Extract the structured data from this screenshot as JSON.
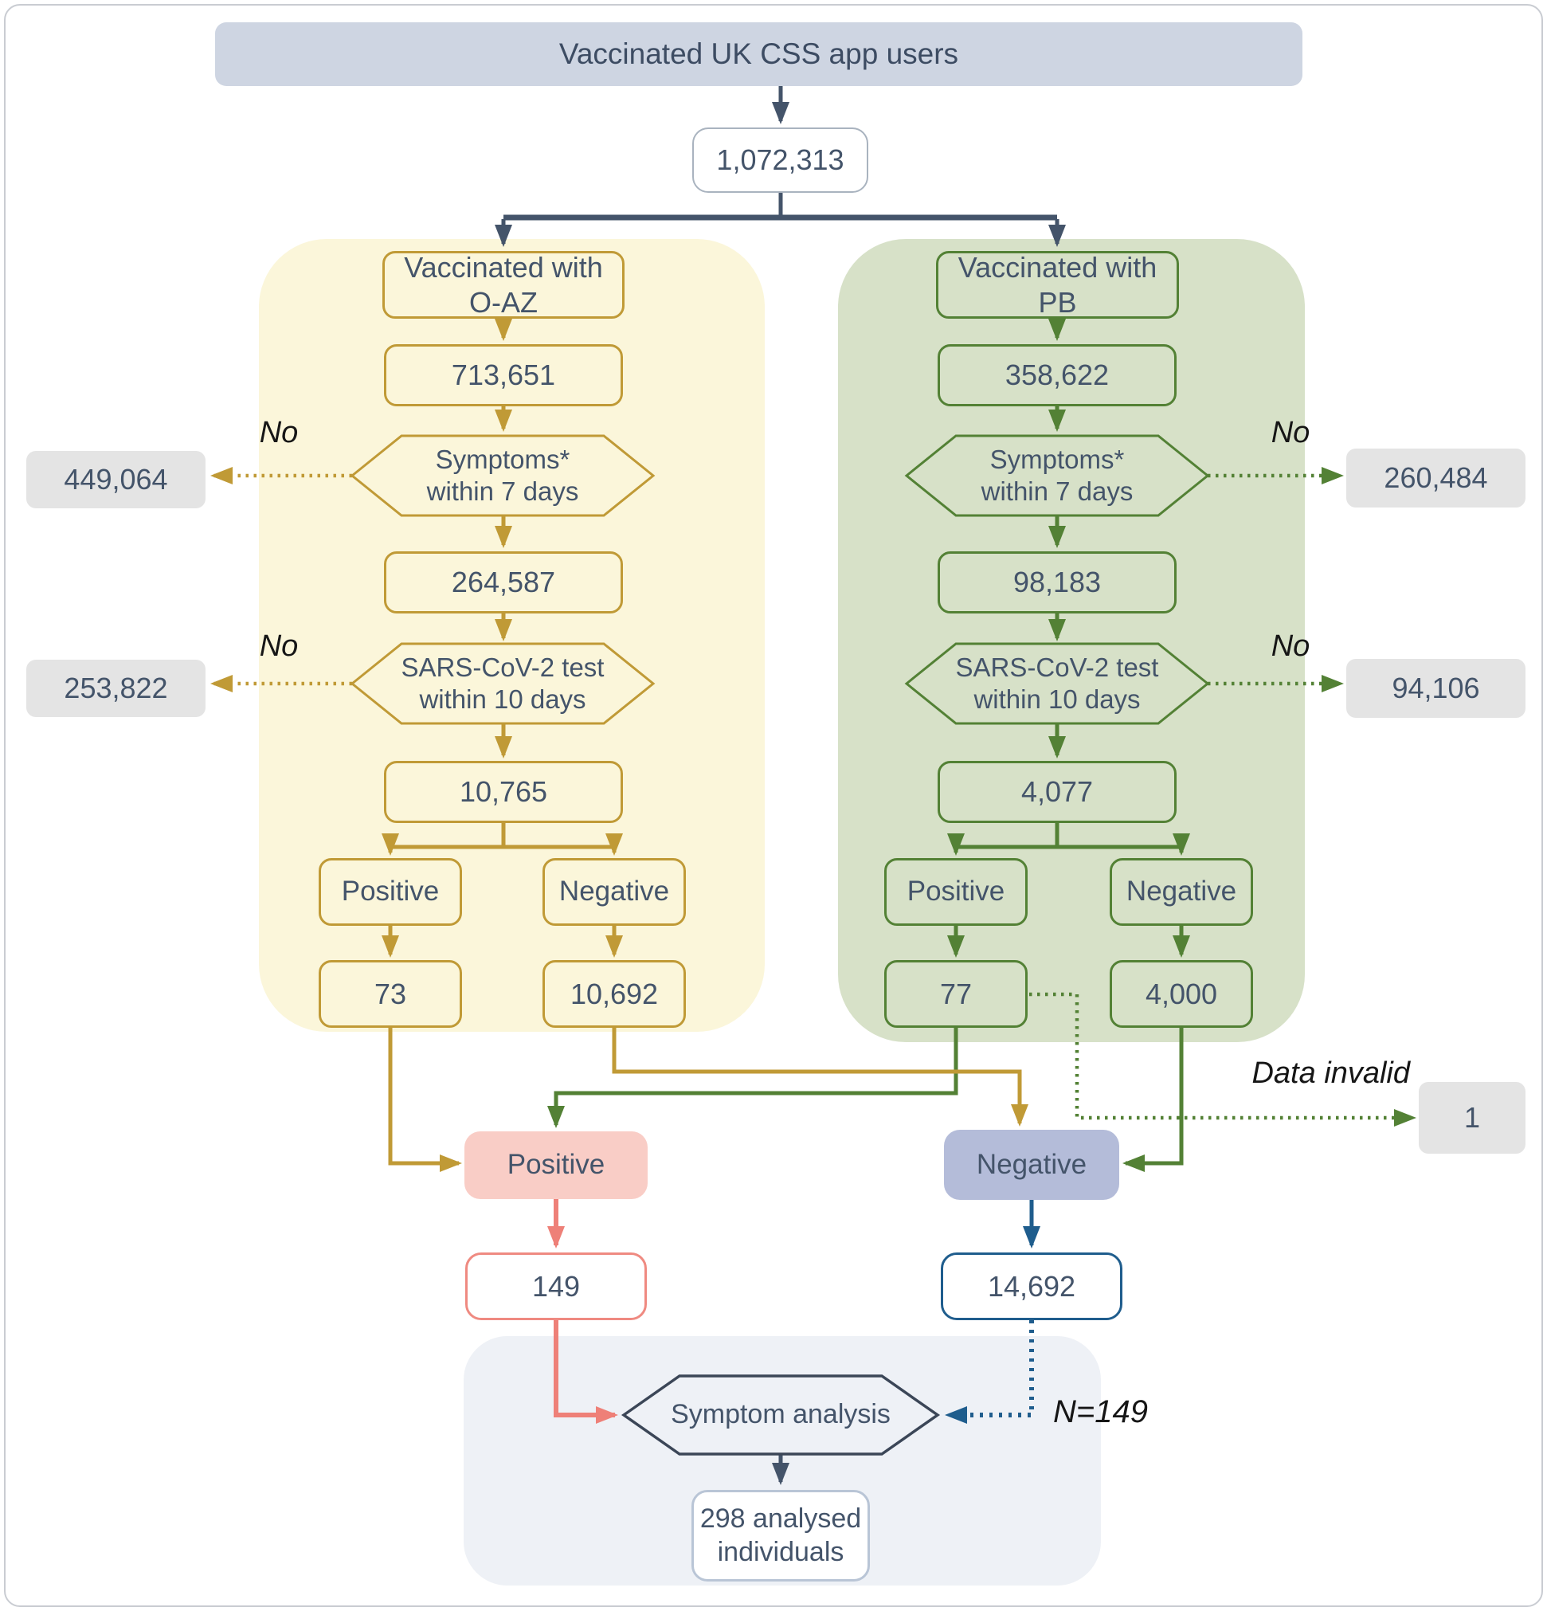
{
  "header": {
    "title": "Vaccinated UK CSS app users",
    "total": "1,072,313"
  },
  "oaz_branch": {
    "header": "Vaccinated with O-AZ",
    "vaccinated": "713,651",
    "symptoms_line1": "Symptoms*",
    "symptoms_line2": "within 7 days",
    "symptoms_no": "No",
    "symptoms_excluded": "449,064",
    "with_symptoms": "264,587",
    "test_line1": "SARS-CoV-2 test",
    "test_line2": "within 10 days",
    "test_no": "No",
    "test_excluded": "253,822",
    "tested": "10,765",
    "positive_label": "Positive",
    "positive": "73",
    "negative_label": "Negative",
    "negative": "10,692"
  },
  "pb_branch": {
    "header": "Vaccinated with  PB",
    "vaccinated": "358,622",
    "symptoms_line1": "Symptoms*",
    "symptoms_line2": "within 7 days",
    "symptoms_no": "No",
    "symptoms_excluded": "260,484",
    "with_symptoms": "98,183",
    "test_line1": "SARS-CoV-2 test",
    "test_line2": "within 10 days",
    "test_no": "No",
    "test_excluded": "94,106",
    "tested": "4,077",
    "positive_label": "Positive",
    "positive": "77",
    "negative_label": "Negative",
    "negative": "4,000"
  },
  "merge": {
    "positive_label": "Positive",
    "positive_total": "149",
    "negative_label": "Negative",
    "negative_total": "14,692",
    "invalid_label": "Data invalid",
    "invalid_count": "1"
  },
  "analysis": {
    "hex_label": "Symptom analysis",
    "n_label": "N=149",
    "result_line1": "298 analysed",
    "result_line2": "individuals"
  },
  "colors": {
    "navy": "#44546a",
    "gold": "#c09a36",
    "green": "#538135",
    "red": "#ee8078",
    "blue": "#1f5d8d",
    "yellow_panel": "#fbf6da",
    "green_panel": "#d7e1c8",
    "titlebar": "#ced5e2",
    "gray_box": "#e4e4e4",
    "pink_fill": "#f9cdc6",
    "purple_fill": "#b4bcd9",
    "bottom_panel": "#eef1f6"
  }
}
